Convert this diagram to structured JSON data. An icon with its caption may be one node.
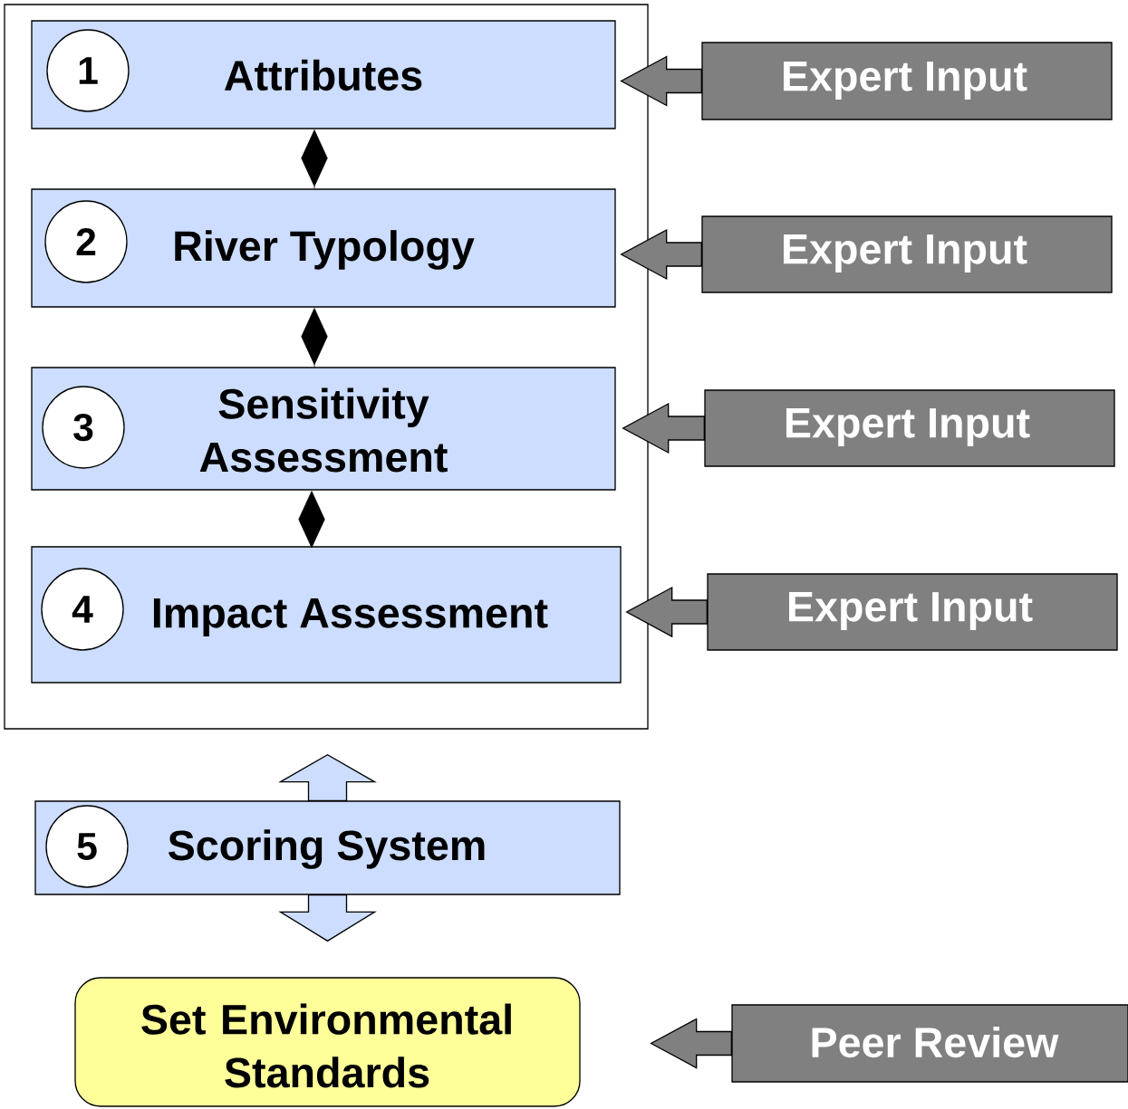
{
  "diagram": {
    "nodes": [
      {
        "text": [],
        "shape": "box"
      },
      {
        "text": [
          "Attributes"
        ],
        "in": 0
      },
      {
        "text": [
          "1"
        ],
        "in": 1
      },
      {
        "text": [
          "River Typology"
        ],
        "in": 0
      },
      {
        "text": [
          "2"
        ],
        "in": 3
      },
      {
        "text": [
          "Sensitivity Assessment"
        ],
        "in": 0
      },
      {
        "text": [
          "3"
        ],
        "in": 5
      },
      {
        "text": [
          "Impact Assessment"
        ],
        "in": 0
      },
      {
        "text": [
          "4"
        ],
        "in": 7
      },
      {
        "text": [
          "Scoring System"
        ]
      },
      {
        "text": [
          "5"
        ],
        "in": 9
      },
      {
        "text": [
          "Set Environmental Standards"
        ]
      },
      {
        "text": [
          "Expert Input"
        ]
      },
      {
        "text": [
          "Expert Input"
        ]
      },
      {
        "text": [
          "Expert Input"
        ]
      },
      {
        "text": [
          "Expert Input"
        ]
      },
      {
        "text": [
          "Peer Review"
        ]
      }
    ],
    "edges": [
      {
        "from": 1,
        "to": 3,
        "arrow": "other"
      },
      {
        "from": 3,
        "to": 5,
        "arrow": "other"
      },
      {
        "from": 5,
        "to": 7,
        "arrow": "other"
      },
      {
        "from": 9,
        "to": 0,
        "arrow": "to"
      },
      {
        "from": 9,
        "to": 11,
        "arrow": "to"
      },
      {
        "from": 12,
        "to": 1,
        "arrow": "to"
      },
      {
        "from": 13,
        "to": 3,
        "arrow": "to"
      },
      {
        "from": 14,
        "to": 5,
        "arrow": "to"
      },
      {
        "from": 15,
        "to": 7,
        "arrow": "to"
      },
      {
        "from": 16,
        "to": 11,
        "arrow": "to"
      }
    ]
  }
}
